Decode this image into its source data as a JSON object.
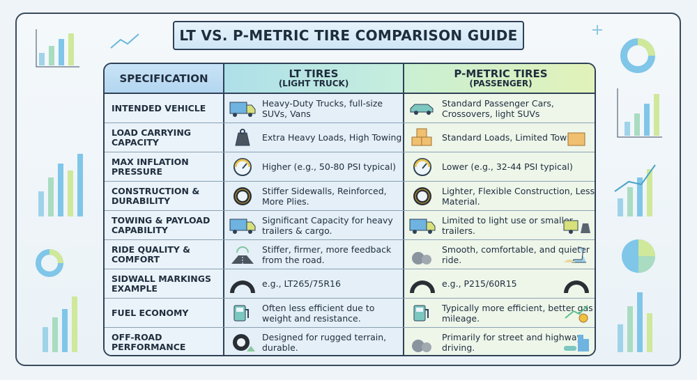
{
  "title": "LT VS. P-METRIC TIRE COMPARISON GUIDE",
  "headers": {
    "spec": "SPECIFICATION",
    "lt": {
      "title": "LT TIRES",
      "sub": "(LIGHT TRUCK)"
    },
    "p": {
      "title": "P-METRIC TIRES",
      "sub": "(PASSENGER)"
    }
  },
  "colors": {
    "lt_header": "#aee0e9",
    "p_header": "#e2f2b9",
    "spec_header": "#b3d6f0",
    "border": "#2f4156"
  },
  "rows": [
    {
      "spec": "INTENDED VEHICLE",
      "lt": "Heavy-Duty Trucks, full-size SUVs, Vans",
      "lt_icon": "truck-icon",
      "p": "Standard Passenger Cars, Crossovers, light SUVs",
      "p_icon": "car-icon"
    },
    {
      "spec": "LOAD CARRYING CAPACITY",
      "lt": "Extra Heavy Loads, High Towing",
      "lt_icon": "weight-icon",
      "p": "Standard Loads, Limited Towing",
      "p_icon": "boxes-icon",
      "p_extra_icon": "box-icon"
    },
    {
      "spec": "MAX INFLATION PRESSURE",
      "lt": "Higher (e.g., 50-80 PSI typical)",
      "lt_icon": "gauge-icon",
      "p": "Lower (e.g., 32-44 PSI typical)",
      "p_icon": "gauge-icon"
    },
    {
      "spec": "CONSTRUCTION & DURABILITY",
      "lt": "Stiffer Sidewalls, Reinforced, More Plies.",
      "lt_icon": "tire-icon",
      "p": "Lighter, Flexible Construction, Less Material.",
      "p_icon": "tire-icon"
    },
    {
      "spec": "TOWING & PAYLOAD CAPABILITY",
      "lt": "Significant Capacity for heavy trailers & cargo.",
      "lt_icon": "dump-truck-icon",
      "p": "Limited to light use or smaller trailers.",
      "p_icon": "van-icon",
      "p_extra_icon": "trailer-kg-icon"
    },
    {
      "spec": "RIDE QUALITY & COMFORT",
      "lt": "Stiffer, firmer, more feedback from the road.",
      "lt_icon": "road-gauge-icon",
      "p": "Smooth, comfortable, and quieter ride.",
      "p_icon": "rough-road-icon",
      "p_extra_icon": "seat-icon"
    },
    {
      "spec": "SIDWALL MARKINGS EXAMPLE",
      "lt": "e.g., LT265/75R16",
      "lt_icon": "sidewall-icon",
      "p": "e.g., P215/60R15",
      "p_icon": "sidewall-icon",
      "p_extra_icon": "sidewall-icon"
    },
    {
      "spec": "FUEL ECONOMY",
      "lt": "Often less efficient due to weight and resistance.",
      "lt_icon": "fuel-pump-icon",
      "p": "Typically more efficient, better gas mileage.",
      "p_icon": "fuel-pump-icon",
      "p_extra_icon": "coins-trend-icon"
    },
    {
      "spec": "OFF-ROAD PERFORMANCE",
      "lt": "Designed for rugged terrain, durable.",
      "lt_icon": "offroad-tire-icon",
      "p": "Primarily for street and highway driving.",
      "p_icon": "rocks-icon",
      "p_extra_icon": "city-car-icon"
    }
  ]
}
